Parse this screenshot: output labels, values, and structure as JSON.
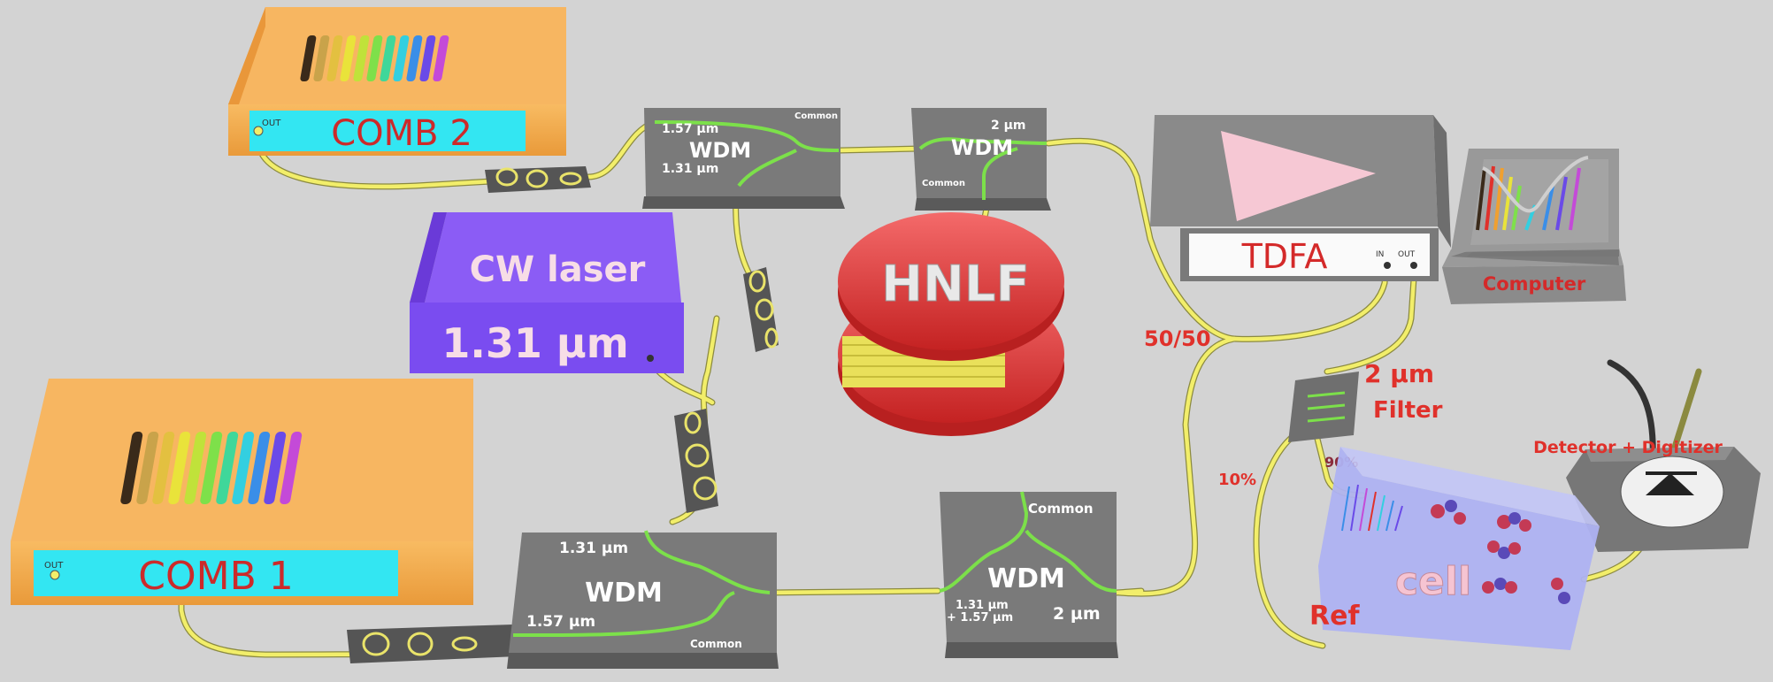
{
  "colors": {
    "background": "#d3d3d3",
    "comb_box": "#f4a94a",
    "comb_label_bg": "#33e6f2",
    "comb_label_text": "#cc2a2a",
    "cw_laser": "#7a4cf0",
    "module_gray": "#7a7a7a",
    "fiber_yellow": "#f2ee6a",
    "fiber_green": "#7ce04a",
    "hnlf_red": "#e83a3a",
    "red_text": "#e0312b",
    "tdfa_label_text": "#d42a2a",
    "cell_blue": "#a9aef0"
  },
  "comb2": {
    "label": "COMB 2",
    "port": "OUT"
  },
  "comb1": {
    "label": "COMB 1",
    "port": "OUT"
  },
  "cw_laser": {
    "title": "CW laser",
    "wavelength": "1.31 µm"
  },
  "wdm_top_left": {
    "title": "WDM",
    "port_a": "1.57 µm",
    "port_b": "1.31 µm",
    "port_common": "Common"
  },
  "wdm_top_right": {
    "title": "WDM",
    "port_a": "2 µm",
    "port_common": "Common"
  },
  "wdm_bottom_left": {
    "title": "WDM",
    "port_a": "1.31 µm",
    "port_b": "1.57 µm",
    "port_common": "Common"
  },
  "wdm_bottom_right": {
    "title": "WDM",
    "port_common": "Common",
    "port_mix_1": "1.31 µm",
    "port_mix_2": "+ 1.57 µm",
    "port_2um": "2 µm"
  },
  "hnlf": {
    "label": "HNLF"
  },
  "tdfa": {
    "label": "TDFA",
    "port_in": "IN",
    "port_out": "OUT"
  },
  "splitter_label": "50/50",
  "filter": {
    "line1": "2 µm",
    "line2": "Filter"
  },
  "computer_label": "Computer",
  "detector_label": "Detector + Digitizer",
  "cell_label": "cell",
  "ratio_10": "10%",
  "ratio_90": "90%",
  "ref_label": "Ref"
}
